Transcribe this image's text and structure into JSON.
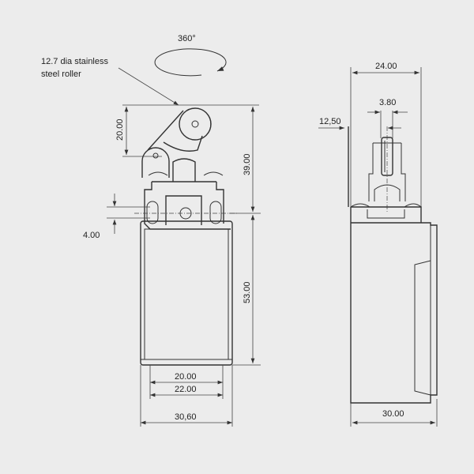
{
  "annotations": {
    "rotation": "360°",
    "roller_line1": "12.7 dia stainless",
    "roller_line2": "steel roller"
  },
  "front_view": {
    "lever_height": "20.00",
    "total_height": "39.00",
    "body_height": "53.00",
    "hole_offset": "4.00",
    "inner_width": "20.00",
    "hole_spacing": "22.00",
    "width": "30,60"
  },
  "side_view": {
    "top_width": "24.00",
    "shaft_width": "3.80",
    "offset": "12,50",
    "depth": "30.00"
  }
}
